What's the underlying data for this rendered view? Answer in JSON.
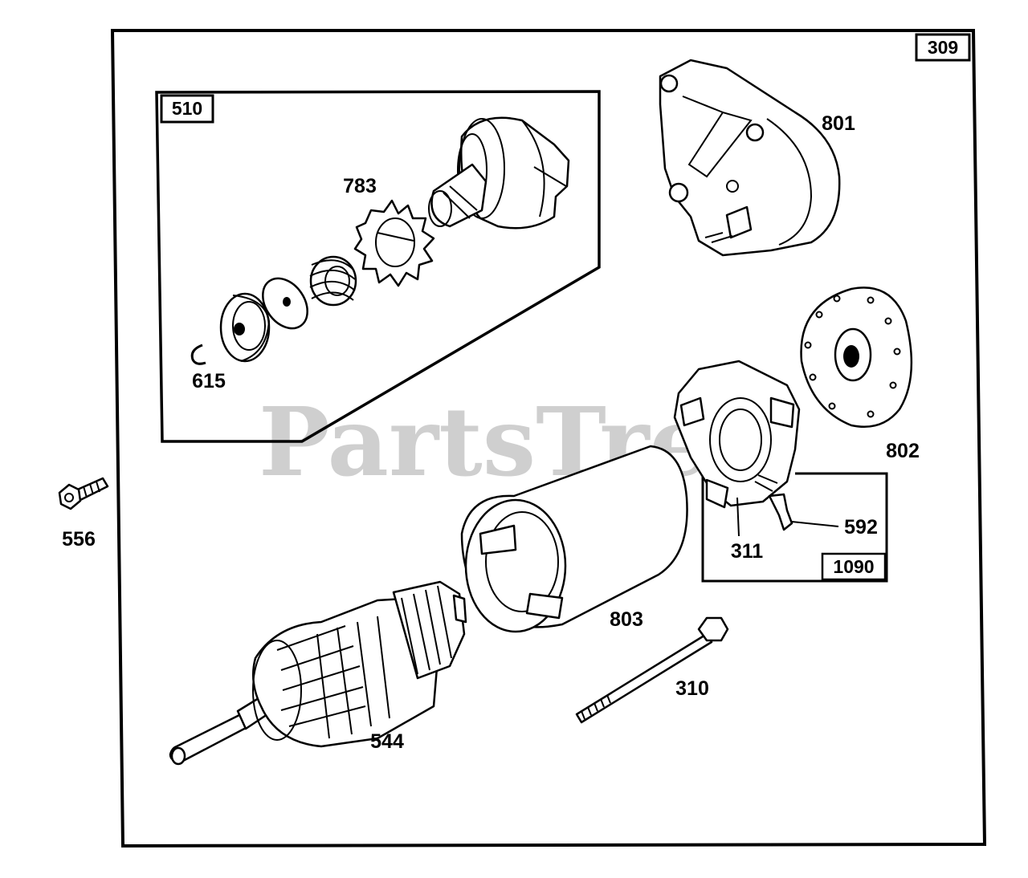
{
  "frame_label": "309",
  "watermark": "PartsTree",
  "callouts": {
    "kit_510": "510",
    "kit_1090": "1090",
    "p783": "783",
    "p615": "615",
    "p801": "801",
    "p802": "802",
    "p556": "556",
    "p592": "592",
    "p311": "311",
    "p803": "803",
    "p310": "310",
    "p544": "544"
  }
}
